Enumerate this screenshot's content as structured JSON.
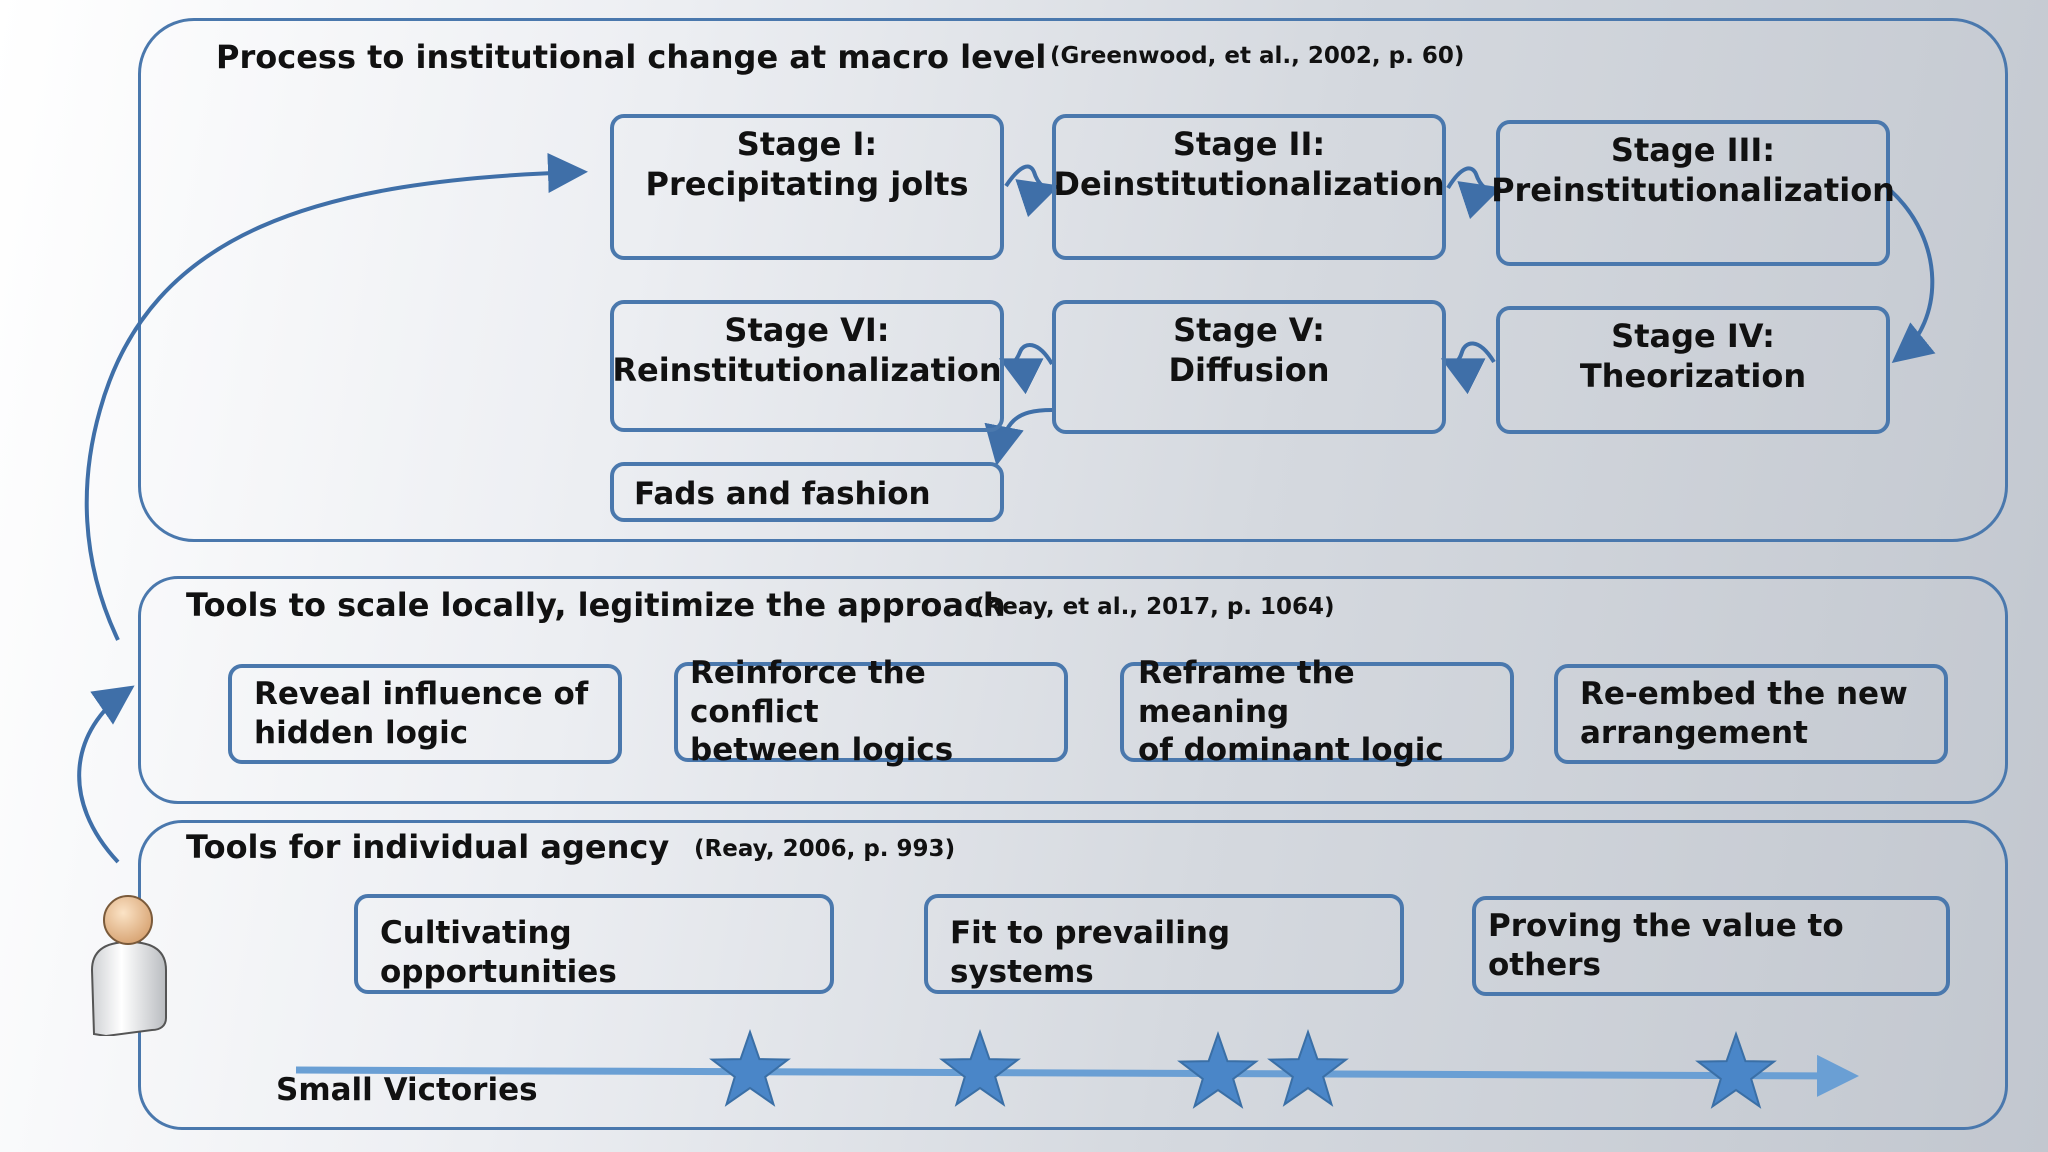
{
  "macro": {
    "title": "Process to institutional change at macro level",
    "citation": "(Greenwood, et al., 2002, p. 60)",
    "stages": [
      {
        "line1": "Stage I:",
        "line2": "Precipitating jolts"
      },
      {
        "line1": "Stage II:",
        "line2": "Deinstitutionalization"
      },
      {
        "line1": "Stage III:",
        "line2": "Preinstitutionalization"
      },
      {
        "line1": "Stage IV:",
        "line2": "Theorization"
      },
      {
        "line1": "Stage V:",
        "line2": "Diffusion"
      },
      {
        "line1": "Stage VI:",
        "line2": "Reinstitutionalization"
      }
    ],
    "fads": "Fads and fashion"
  },
  "local": {
    "title": "Tools to scale locally, legitimize the approach",
    "citation": "(Reay, et al., 2017, p. 1064)",
    "tools": [
      {
        "line1": "Reveal influence of",
        "line2": "hidden logic"
      },
      {
        "line1": "Reinforce the conflict",
        "line2": "between logics"
      },
      {
        "line1": "Reframe the meaning",
        "line2": "of dominant logic"
      },
      {
        "line1": "Re-embed the new",
        "line2": "arrangement"
      }
    ]
  },
  "individual": {
    "title": "Tools for individual agency",
    "citation": "(Reay, 2006, p. 993)",
    "tools": [
      "Cultivating opportunities",
      "Fit to prevailing systems",
      "Proving the value to others"
    ],
    "victories_label": "Small Victories"
  },
  "colors": {
    "accent": "#4a78ad",
    "star": "#4a86c8",
    "victory_line": "#6a9fd4"
  },
  "icons": {
    "person": "user-icon",
    "star": "star-icon"
  }
}
